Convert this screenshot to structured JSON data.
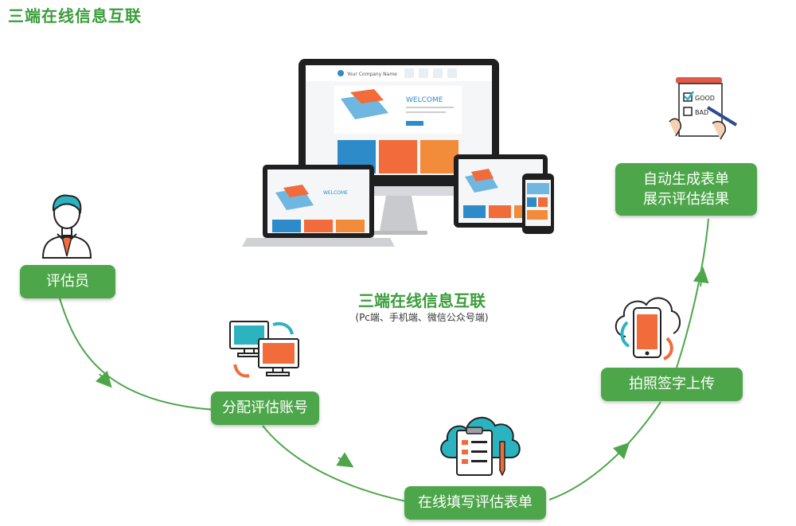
{
  "title": "三端在线信息互联",
  "center": {
    "title": "三端在线信息互联",
    "subtitle": "(Pc端、手机端、微信公众号端)"
  },
  "steps": [
    {
      "label": "评估员"
    },
    {
      "label": "分配评估账号"
    },
    {
      "label": "在线填写评估表单"
    },
    {
      "label": "拍照签字上传"
    },
    {
      "label_line1": "自动生成表单",
      "label_line2": "展示评估结果"
    }
  ],
  "devices": {
    "brand": "Your Company Name",
    "welcome": "WELCOME"
  },
  "checklist": {
    "good": "GOOD",
    "bad": "BAD"
  },
  "colors": {
    "green": "#4ea64b",
    "orange": "#f26b3a",
    "blue": "#2e8bc9"
  }
}
